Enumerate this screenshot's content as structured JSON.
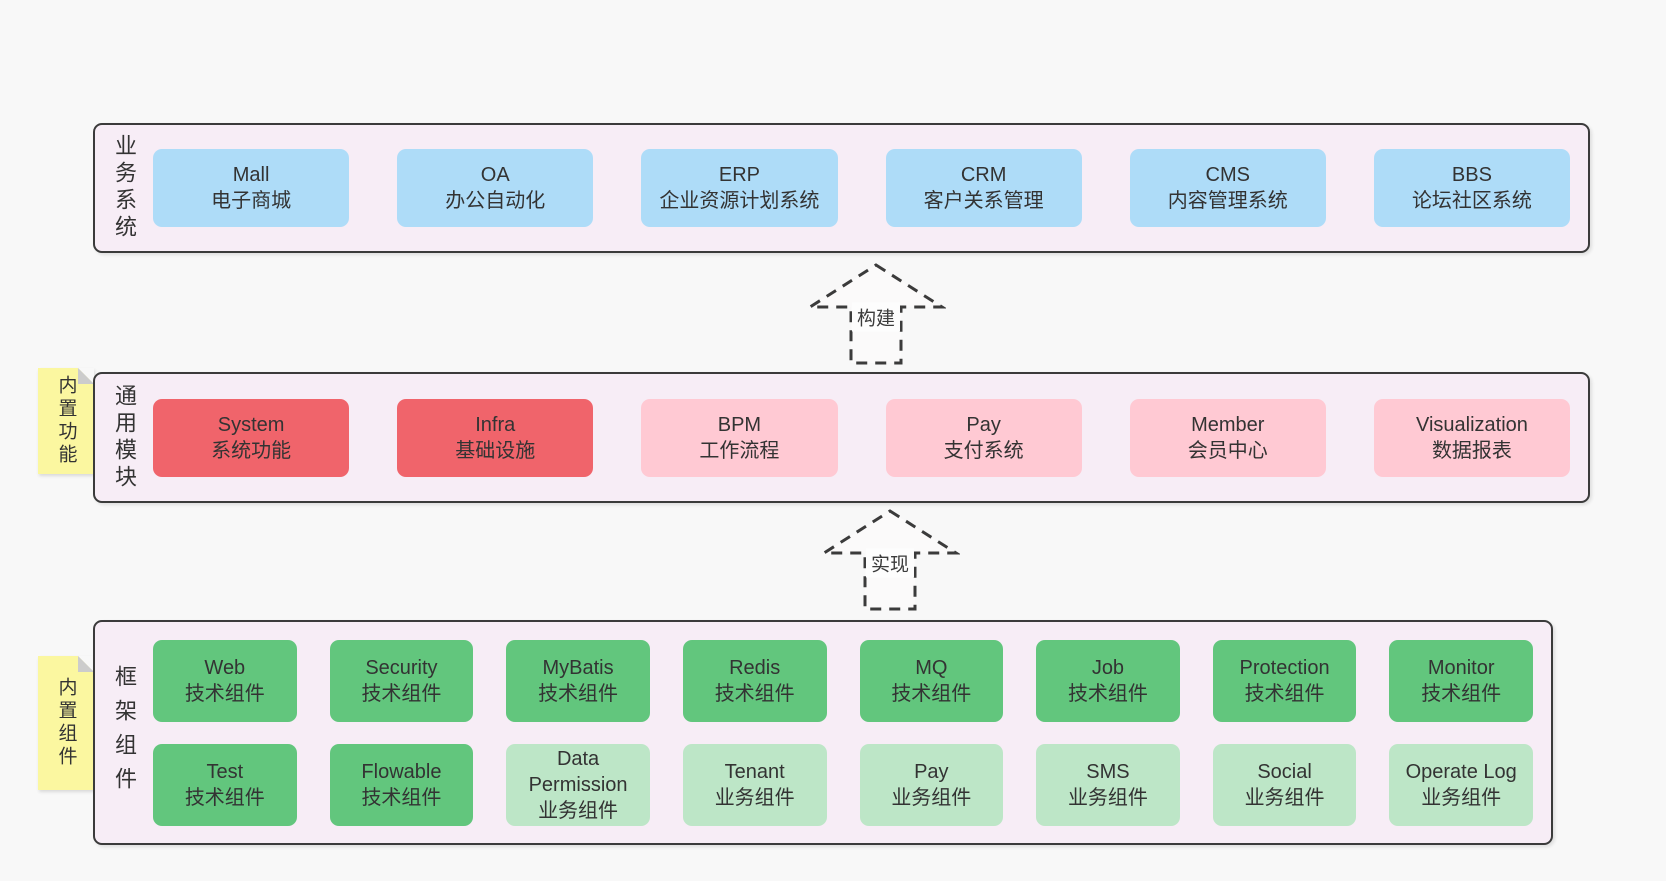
{
  "colors": {
    "page_bg": "#f8f8f8",
    "panel_bg": "#f7edf6",
    "panel_border": "#3b3b3b",
    "box_text": "#333333",
    "blue": "#aedcf8",
    "red": "#f0646b",
    "pink": "#ffc9d3",
    "green": "#62c67d",
    "green_light": "#bde6c7",
    "note_yellow": "#fbf7a0",
    "note_fold": "#cccccc",
    "arrow_stroke": "#3b3b3b"
  },
  "arrows": [
    {
      "label": "构建"
    },
    {
      "label": "实现"
    }
  ],
  "notes": [
    {
      "label": "内置功能"
    },
    {
      "label": "内置组件"
    }
  ],
  "layers": [
    {
      "title": "业务系统",
      "boxes": [
        {
          "name": "Mall",
          "desc": "电子商城",
          "variant": "blue"
        },
        {
          "name": "OA",
          "desc": "办公自动化",
          "variant": "blue"
        },
        {
          "name": "ERP",
          "desc": "企业资源计划系统",
          "variant": "blue"
        },
        {
          "name": "CRM",
          "desc": "客户关系管理",
          "variant": "blue"
        },
        {
          "name": "CMS",
          "desc": "内容管理系统",
          "variant": "blue"
        },
        {
          "name": "BBS",
          "desc": "论坛社区系统",
          "variant": "blue"
        }
      ]
    },
    {
      "title": "通用模块",
      "boxes": [
        {
          "name": "System",
          "desc": "系统功能",
          "variant": "red"
        },
        {
          "name": "Infra",
          "desc": "基础设施",
          "variant": "red"
        },
        {
          "name": "BPM",
          "desc": "工作流程",
          "variant": "pink"
        },
        {
          "name": "Pay",
          "desc": "支付系统",
          "variant": "pink"
        },
        {
          "name": "Member",
          "desc": "会员中心",
          "variant": "pink"
        },
        {
          "name": "Visualization",
          "desc": "数据报表",
          "variant": "pink"
        }
      ]
    },
    {
      "title": "框架组件",
      "boxes": [
        {
          "name": "Web",
          "desc": "技术组件",
          "variant": "green"
        },
        {
          "name": "Security",
          "desc": "技术组件",
          "variant": "green"
        },
        {
          "name": "MyBatis",
          "desc": "技术组件",
          "variant": "green"
        },
        {
          "name": "Redis",
          "desc": "技术组件",
          "variant": "green"
        },
        {
          "name": "MQ",
          "desc": "技术组件",
          "variant": "green"
        },
        {
          "name": "Job",
          "desc": "技术组件",
          "variant": "green"
        },
        {
          "name": "Protection",
          "desc": "技术组件",
          "variant": "green"
        },
        {
          "name": "Monitor",
          "desc": "技术组件",
          "variant": "green"
        },
        {
          "name": "Test",
          "desc": "技术组件",
          "variant": "green"
        },
        {
          "name": "Flowable",
          "desc": "技术组件",
          "variant": "green"
        },
        {
          "name": "Data Permission",
          "desc": "业务组件",
          "variant": "green_light"
        },
        {
          "name": "Tenant",
          "desc": "业务组件",
          "variant": "green_light"
        },
        {
          "name": "Pay",
          "desc": "业务组件",
          "variant": "green_light"
        },
        {
          "name": "SMS",
          "desc": "业务组件",
          "variant": "green_light"
        },
        {
          "name": "Social",
          "desc": "业务组件",
          "variant": "green_light"
        },
        {
          "name": "Operate Log",
          "desc": "业务组件",
          "variant": "green_light"
        }
      ]
    }
  ]
}
